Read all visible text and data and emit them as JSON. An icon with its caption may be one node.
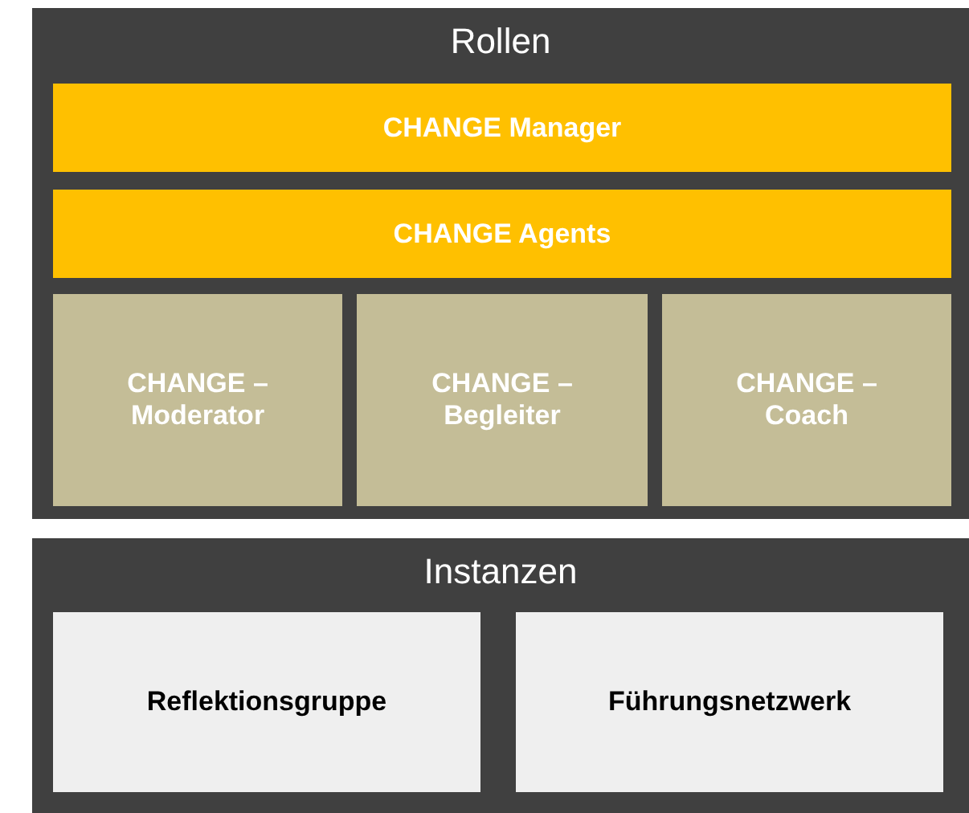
{
  "diagram": {
    "nodes": [
      {
        "text": [
          "Rollen"
        ]
      },
      {
        "text": [
          "CHANGE Manager"
        ],
        "in": 0
      },
      {
        "text": [
          "CHANGE Agents"
        ],
        "in": 0
      },
      {
        "text": [
          "CHANGE – Moderator"
        ],
        "in": 0
      },
      {
        "text": [
          "CHANGE – Begleiter"
        ],
        "in": 0
      },
      {
        "text": [
          "CHANGE – Coach"
        ],
        "in": 0
      },
      {
        "text": [
          "Instanzen"
        ]
      },
      {
        "text": [
          "Reflektionsgruppe"
        ],
        "in": 6
      },
      {
        "text": [
          "Führungsnetzwerk"
        ],
        "in": 6
      }
    ]
  }
}
